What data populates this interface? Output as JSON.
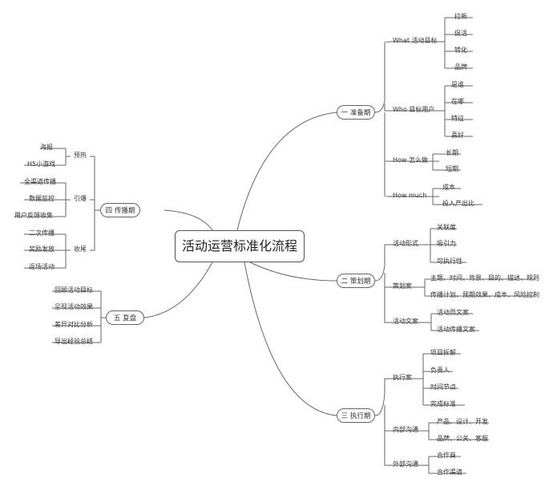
{
  "root": "活动运营标准化流程",
  "branches": {
    "prep": {
      "label": "一 准备期",
      "what": {
        "label": "What 活动目标",
        "items": [
          "拉新",
          "促活",
          "转化",
          "品牌"
        ]
      },
      "who": {
        "label": "Who 目标用户",
        "items": [
          "是谁",
          "在哪",
          "特征",
          "喜好"
        ]
      },
      "how": {
        "label": "How 怎么做",
        "items": [
          "长期",
          "短期"
        ]
      },
      "howmuch": {
        "label": "How much",
        "items": [
          "成本",
          "投入产出比"
        ]
      }
    },
    "plan": {
      "label": "二 策划期",
      "form": {
        "label": "活动形式",
        "items": [
          "关联度",
          "吸引力",
          "可执行性"
        ]
      },
      "scheme": {
        "label": "策划案",
        "items": [
          "主题、时间、背景、目的、描述、规则",
          "传播计划、预期效果、成本、风险控制"
        ]
      },
      "copy": {
        "label": "活动文案",
        "items": [
          "活动页文案",
          "活动传播文案"
        ]
      }
    },
    "exec": {
      "label": "三 执行期",
      "execplan": {
        "label": "执行案",
        "items": [
          "项目拆解",
          "负责人",
          "时间节点",
          "完成标准"
        ]
      },
      "internal": {
        "label": "内部沟通",
        "items": [
          "产品、设计、开发",
          "品牌、公关、客服"
        ]
      },
      "external": {
        "label": "外部沟通",
        "items": [
          "合作商",
          "合作渠道"
        ]
      }
    },
    "spread": {
      "label": "四 传播期",
      "warmup": {
        "label": "预热",
        "items": [
          "海报",
          "H5小游戏"
        ]
      },
      "burst": {
        "label": "引爆",
        "items": [
          "全渠道传播",
          "数据监控",
          "用户反馈收集"
        ]
      },
      "close": {
        "label": "收尾",
        "items": [
          "二次传播",
          "奖励发放",
          "返场活动"
        ]
      }
    },
    "review": {
      "label": "五 复盘",
      "items": [
        "回顾活动目标",
        "呈现活动效果",
        "差异对比分析",
        "导出经验总结"
      ]
    }
  }
}
